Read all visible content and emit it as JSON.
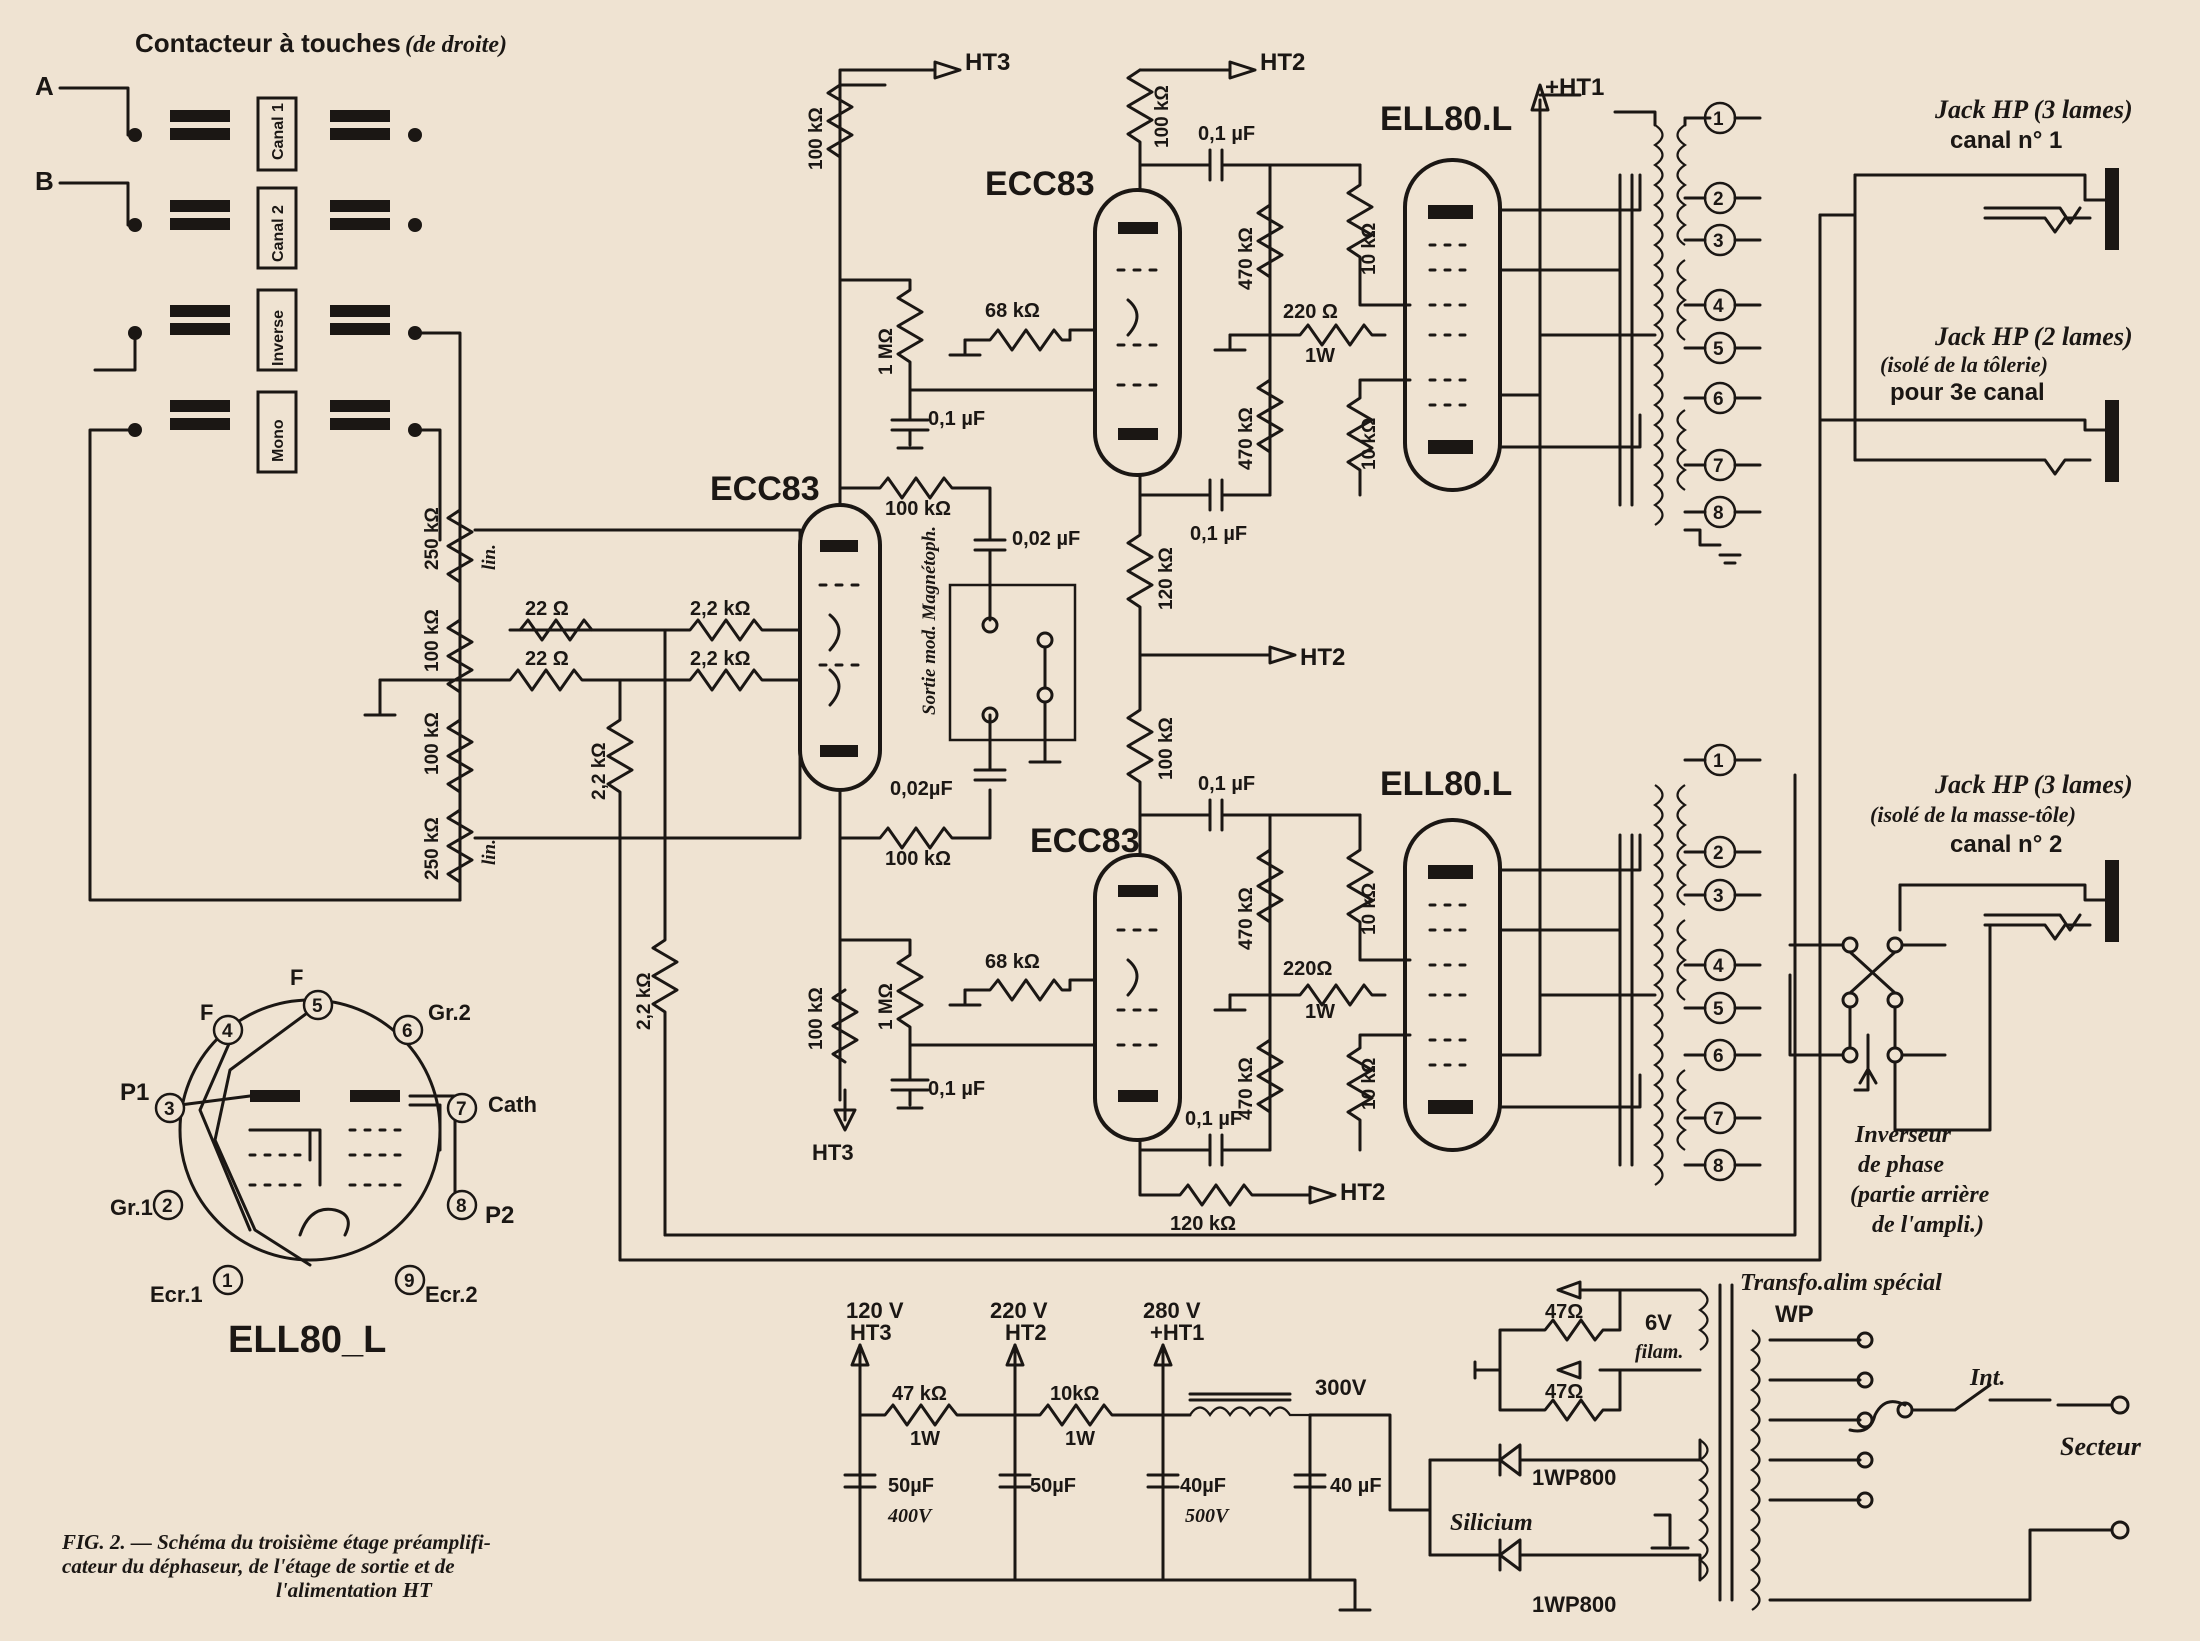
{
  "switch_title": "Contacteur à touches",
  "switch_title_note": "(de droite)",
  "terminal_a": "A",
  "terminal_b": "B",
  "key_canal1": "Canal 1",
  "key_canal2": "Canal 2",
  "key_inverse": "Inverse",
  "key_mono": "Mono",
  "pot_top_value": "250 kΩ",
  "pot_top_law": "lin.",
  "pot_bottom_value": "250 kΩ",
  "pot_bottom_law": "lin.",
  "r_100k_a": "100 kΩ",
  "r_100k_b": "100 kΩ",
  "r_22_a": "22 Ω",
  "r_22_b": "22 Ω",
  "r_2k2_a": "2,2 kΩ",
  "r_2k2_b": "2,2 kΩ",
  "r_2k2_c": "2,2 kΩ",
  "r_2k2_d": "2,2 kΩ",
  "tube_mid": "ECC83",
  "tube_top": "ECC83",
  "tube_bot": "ECC83",
  "out_top": "ELL80.L",
  "out_bot": "ELL80.L",
  "ht1": "+HT1",
  "ht2": "HT2",
  "ht3": "HT3",
  "r_100k_ht3": "100 kΩ",
  "r_100k_ht2": "100 kΩ",
  "r_1m_top": "1 MΩ",
  "r_1m_bot": "1 MΩ",
  "r_68k_top": "68 kΩ",
  "r_68k_bot": "68 kΩ",
  "c_01_top": "0,1 µF",
  "c_01_top2": "0,1 µF",
  "c_01_grid": "0,1 µF",
  "c_01_bot": "0,1 µF",
  "c_01_bot2": "0,1 µF",
  "c_01_grid2": "0,1 µF",
  "r_470k_1": "470 kΩ",
  "r_470k_2": "470 kΩ",
  "r_470k_3": "470 kΩ",
  "r_470k_4": "470 kΩ",
  "r_10k_1": "10 kΩ",
  "r_10k_2": "10 kΩ",
  "r_10k_3": "10 kΩ",
  "r_10k_4": "10 kΩ",
  "r_220_top": "220 Ω",
  "r_220_bot": "220Ω",
  "r_1w_top": "1W",
  "r_1w_bot": "1W",
  "r_100k_fb_top": "100 kΩ",
  "r_100k_fb_bot": "100 kΩ",
  "c_002_top": "0,02 µF",
  "c_002_bot": "0,02µF",
  "sortie": "Sortie mod. Magnétoph.",
  "r_120k_mid": "120 kΩ",
  "r_100k_mid": "100 kΩ",
  "r_100k_ht3b": "100 kΩ",
  "r_120k_bot": "120 kΩ",
  "jack1_title": "Jack HP (3 lames)",
  "jack1_sub": "canal n° 1",
  "jack2_title": "Jack HP (2 lames)",
  "jack2_sub": "(isolé de la tôlerie)",
  "jack2_sub2": "pour 3e canal",
  "jack3_title": "Jack HP (3 lames)",
  "jack3_sub": "(isolé de la masse-tôle)",
  "jack3_sub2": "canal n° 2",
  "inverseur": "Inverseur",
  "inverseur2": "de phase",
  "inverseur3": "(partie arrière",
  "inverseur4": "de l'ampli.)",
  "taps": [
    "1",
    "2",
    "3",
    "4",
    "5",
    "6",
    "7",
    "8"
  ],
  "pin_f1": "F",
  "pin_f2": "F",
  "pin_gr2": "Gr.2",
  "pin_cath": "Cath",
  "pin_p1": "P1",
  "pin_p2": "P2",
  "pin_gr1": "Gr.1",
  "pin_ecr1": "Ecr.1",
  "pin_ecr2": "Ecr.2",
  "pin_nums": [
    "1",
    "2",
    "3",
    "4",
    "5",
    "6",
    "7",
    "8",
    "9"
  ],
  "base_title": "ELL80_L",
  "psu_120": "120 V",
  "psu_220": "220 V",
  "psu_280": "280 V",
  "psu_300": "300V",
  "psu_r47k": "47 kΩ",
  "psu_r47k_w": "1W",
  "psu_r10k": "10kΩ",
  "psu_r10k_w": "1W",
  "psu_c1": "50µF",
  "psu_c1v": "400V",
  "psu_c2": "50µF",
  "psu_c3": "40µF",
  "psu_c3v": "500V",
  "psu_c4": "40 µF",
  "r_47_a": "47Ω",
  "r_47_b": "47Ω",
  "fil_6v": "6V",
  "fil_label": "filam.",
  "transfo": "Transfo.alim spécial",
  "transfo_wp": "WP",
  "diode1": "1WP800",
  "diode2": "1WP800",
  "silicium": "Silicium",
  "int": "Int.",
  "secteur": "Secteur",
  "caption_1": "FIG. 2. — Schéma du troisième étage préamplifi-",
  "caption_2": "cateur du déphaseur, de l'étage de sortie et de",
  "caption_3": "l'alimentation HT"
}
